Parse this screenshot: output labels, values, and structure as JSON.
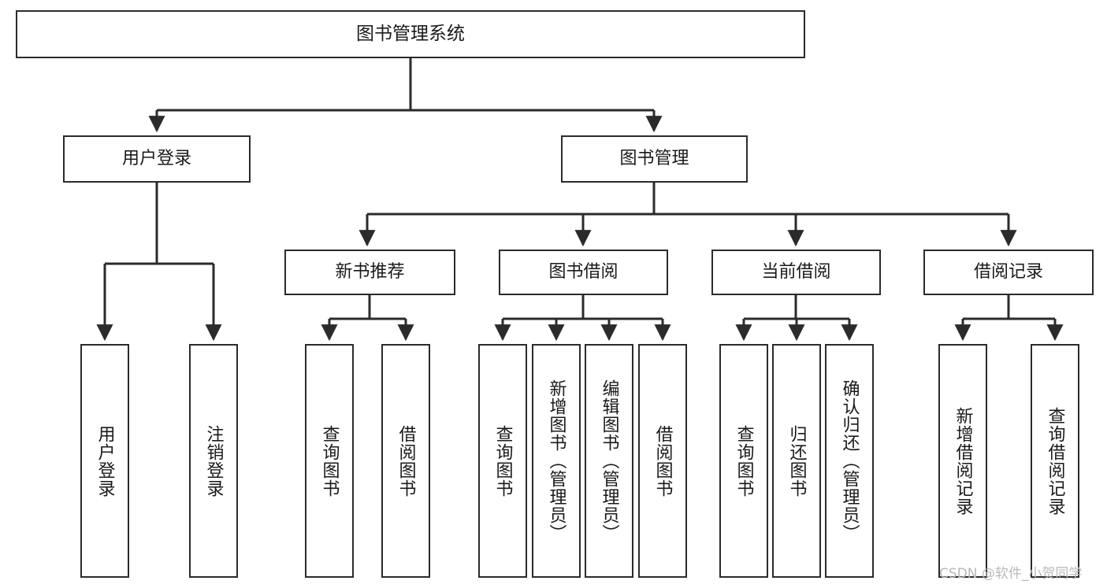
{
  "diagram": {
    "title": "图书管理系统",
    "type": "tree",
    "watermark": "CSDN @软件_小贺同学",
    "style": {
      "box_fill": "#ffffff",
      "box_stroke": "#2b2b2b",
      "edge_color": "#2b2b2b",
      "text_color": "#1a1a1a",
      "watermark_color": "#b9b9b9",
      "background": "#ffffff"
    },
    "nodes": {
      "root": {
        "label": "图书管理系统"
      },
      "level2": [
        {
          "label": "用户登录"
        },
        {
          "label": "图书管理"
        }
      ],
      "level3": [
        {
          "label": "新书推荐"
        },
        {
          "label": "图书借阅"
        },
        {
          "label": "当前借阅"
        },
        {
          "label": "借阅记录"
        }
      ],
      "leaves": {
        "user_login": [
          {
            "label": "用户登录"
          },
          {
            "label": "注销登录"
          }
        ],
        "new_book_recommend": [
          {
            "label": "查询图书"
          },
          {
            "label": "借阅图书"
          }
        ],
        "book_borrow": [
          {
            "label": "查询图书"
          },
          {
            "label": "新增图书（管理员）"
          },
          {
            "label": "编辑图书（管理员）"
          },
          {
            "label": "借阅图书"
          }
        ],
        "current_borrow": [
          {
            "label": "查询图书"
          },
          {
            "label": "归还图书"
          },
          {
            "label": "确认归还（管理员）"
          }
        ],
        "borrow_record": [
          {
            "label": "新增借阅记录"
          },
          {
            "label": "查询借阅记录"
          }
        ]
      }
    }
  }
}
